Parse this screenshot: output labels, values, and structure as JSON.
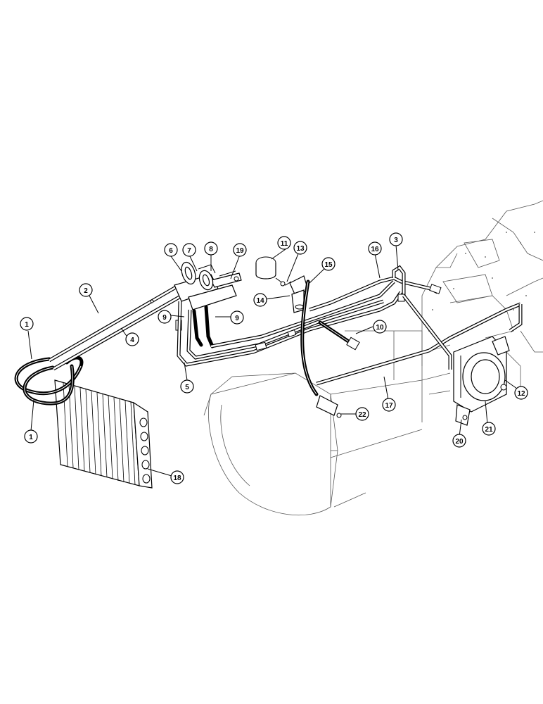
{
  "callouts": [
    {
      "id": "c1a",
      "label": "1"
    },
    {
      "id": "c1b",
      "label": "1"
    },
    {
      "id": "c2",
      "label": "2"
    },
    {
      "id": "c3",
      "label": "3"
    },
    {
      "id": "c4",
      "label": "4"
    },
    {
      "id": "c5",
      "label": "5"
    },
    {
      "id": "c6",
      "label": "6"
    },
    {
      "id": "c7",
      "label": "7"
    },
    {
      "id": "c8",
      "label": "8"
    },
    {
      "id": "c9a",
      "label": "9"
    },
    {
      "id": "c9b",
      "label": "9"
    },
    {
      "id": "c10",
      "label": "10"
    },
    {
      "id": "c11",
      "label": "11"
    },
    {
      "id": "c12",
      "label": "12"
    },
    {
      "id": "c13",
      "label": "13"
    },
    {
      "id": "c14",
      "label": "14"
    },
    {
      "id": "c15",
      "label": "15"
    },
    {
      "id": "c16",
      "label": "16"
    },
    {
      "id": "c17",
      "label": "17"
    },
    {
      "id": "c18",
      "label": "18"
    },
    {
      "id": "c19",
      "label": "19"
    },
    {
      "id": "c20",
      "label": "20"
    },
    {
      "id": "c21",
      "label": "21"
    },
    {
      "id": "c22",
      "label": "22"
    }
  ],
  "colors": {
    "ink": "#000000",
    "paper": "#ffffff",
    "shade": "#888888"
  }
}
